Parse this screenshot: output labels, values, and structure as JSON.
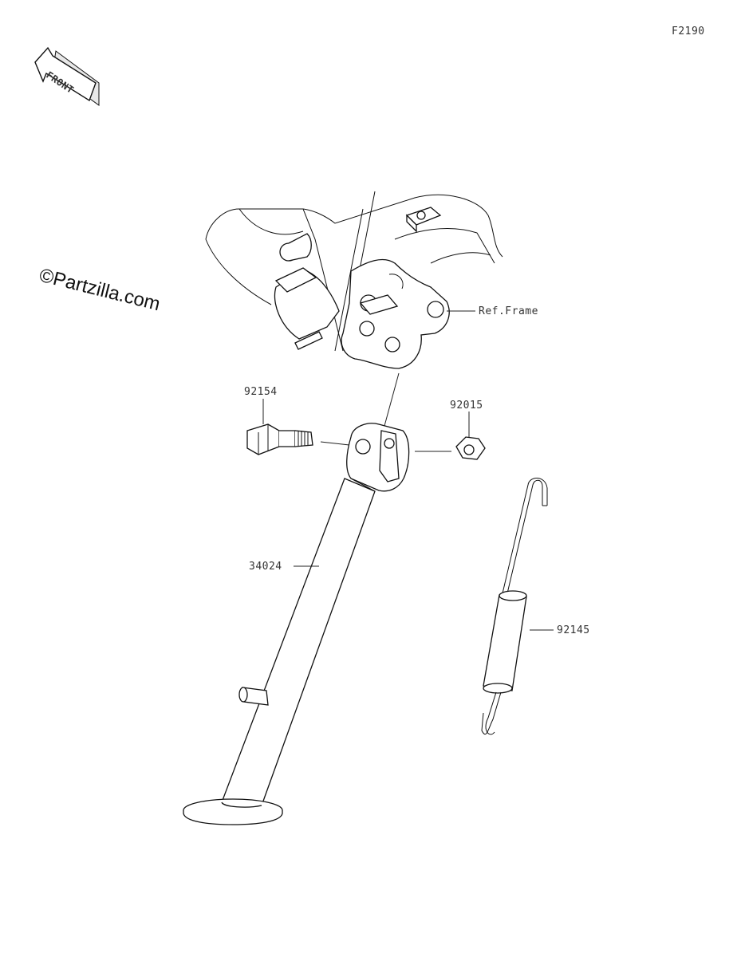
{
  "figure_code": "F2190",
  "front_label": "FRONT",
  "watermark": "©Partzilla.com",
  "callouts": {
    "ref_frame": "Ref.Frame",
    "bolt": "92154",
    "nut": "92015",
    "side_stand": "34024",
    "spring": "92145"
  },
  "colors": {
    "ink": "#111111",
    "paper": "#ffffff"
  }
}
